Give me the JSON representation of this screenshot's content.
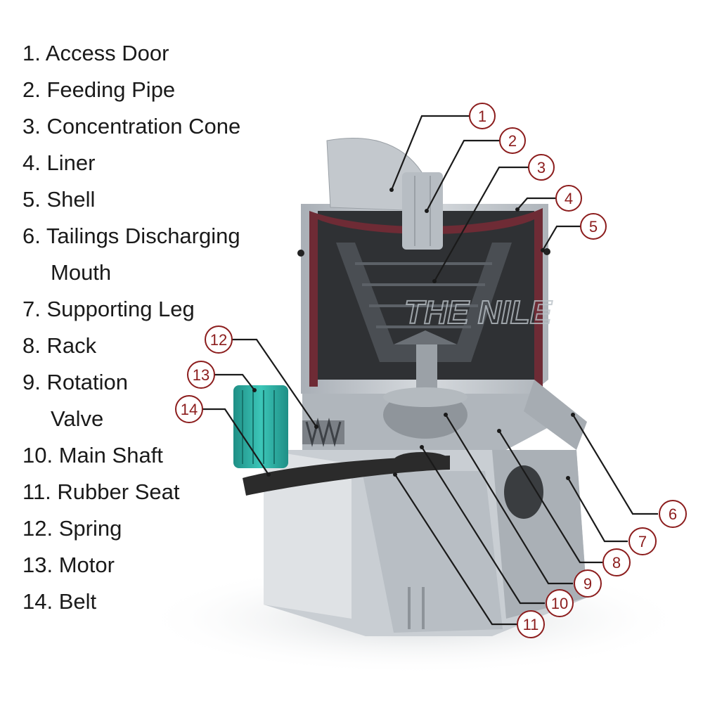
{
  "legend": [
    {
      "num": "1.",
      "text": "Access Door"
    },
    {
      "num": "2.",
      "text": "Feeding Pipe"
    },
    {
      "num": "3.",
      "text": "Concentration Cone"
    },
    {
      "num": "4.",
      "text": "Liner"
    },
    {
      "num": "5.",
      "text": "Shell"
    },
    {
      "num": "6.",
      "text": "Tailings Discharging",
      "cont": "Mouth"
    },
    {
      "num": "7.",
      "text": "Supporting Leg"
    },
    {
      "num": "8.",
      "text": "Rack"
    },
    {
      "num": "9.",
      "text": "Rotation",
      "cont": "Valve"
    },
    {
      "num": "10.",
      "text": "Main Shaft"
    },
    {
      "num": "11.",
      "text": "Rubber Seat"
    },
    {
      "num": "12.",
      "text": "Spring"
    },
    {
      "num": "13.",
      "text": "Motor"
    },
    {
      "num": "14.",
      "text": "Belt"
    }
  ],
  "callouts": [
    "1",
    "2",
    "3",
    "4",
    "5",
    "6",
    "7",
    "8",
    "9",
    "10",
    "11",
    "12",
    "13",
    "14"
  ],
  "watermark": "THE NILE",
  "colors": {
    "callout": "#8c1d1d",
    "steel": "#c5cad0",
    "liner": "#6e2b35",
    "motor": "#2fb3a6",
    "belt": "#2b2b2b"
  }
}
